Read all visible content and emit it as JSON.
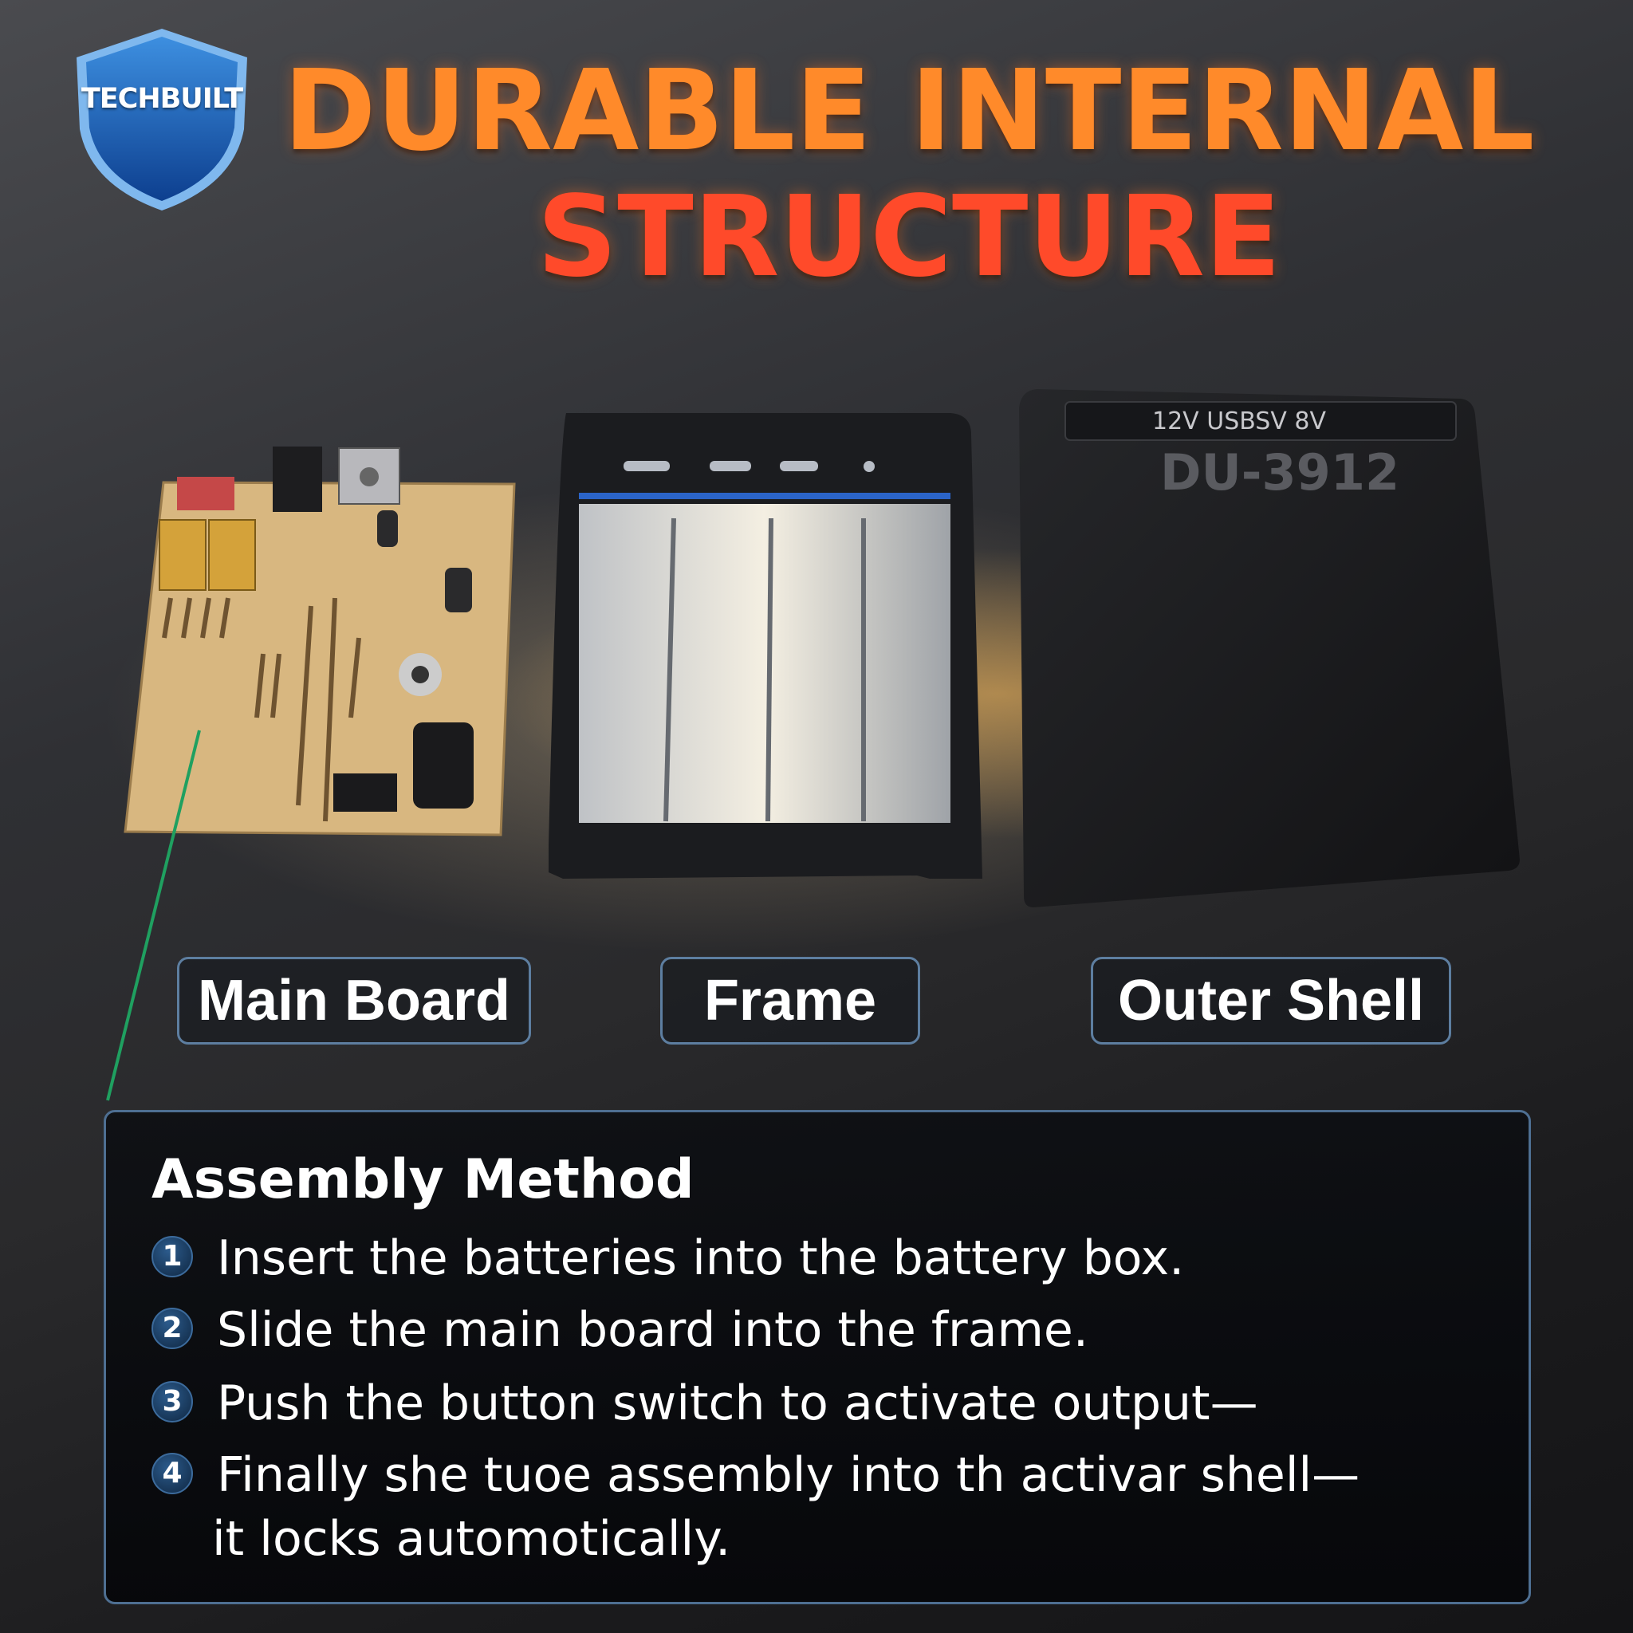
{
  "brand": {
    "shield_text": "TECHBUILT"
  },
  "title": {
    "line1": "DURABLE INTERNAL",
    "line2": "STRUCTURE"
  },
  "product": {
    "shell_ports": "12V  USBSV   8V",
    "shell_model": "DU-3912"
  },
  "labels": {
    "main_board": "Main Board",
    "frame": "Frame",
    "outer_shell": "Outer Shell"
  },
  "assembly": {
    "title": "Assembly Method",
    "steps": [
      {
        "num": "1",
        "text": "Insert the batteries into the battery box."
      },
      {
        "num": "2",
        "text": "Slide the main board into the frame."
      },
      {
        "num": "3",
        "text": "Push the button switch to activate output—"
      },
      {
        "num": "4",
        "text": "Finally she tuoe assembly into th activar shell—",
        "cont": "it locks automotically."
      }
    ]
  },
  "colors": {
    "accent_blue": "#4e6f92",
    "title_orange": "#ff7a1e",
    "title_red": "#ff4a2a"
  }
}
